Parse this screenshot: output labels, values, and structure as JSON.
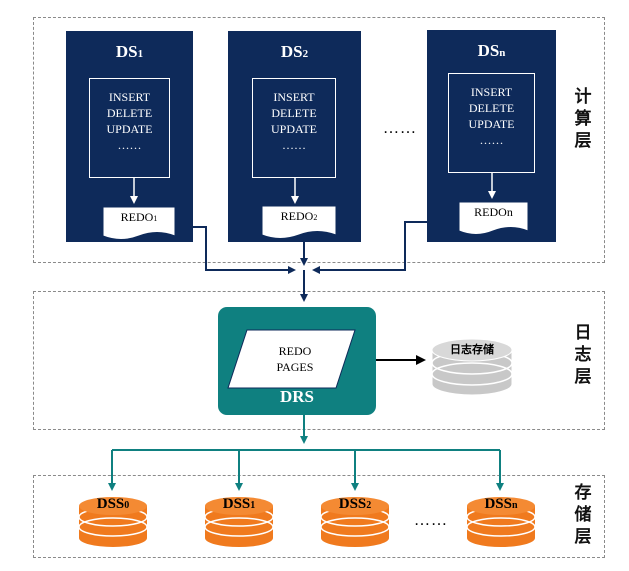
{
  "layers": {
    "compute": "计算层",
    "log": "日志层",
    "storage": "存储层"
  },
  "ds_nodes": [
    {
      "name": "DS",
      "sub": "1",
      "ops": [
        "INSERT",
        "DELETE",
        "UPDATE",
        "……"
      ],
      "redo": "REDO",
      "redo_sub": "1"
    },
    {
      "name": "DS",
      "sub": "2",
      "ops": [
        "INSERT",
        "DELETE",
        "UPDATE",
        "……"
      ],
      "redo": "REDO",
      "redo_sub": "2"
    },
    {
      "name": "DS",
      "sub": "n",
      "ops": [
        "INSERT",
        "DELETE",
        "UPDATE",
        "……"
      ],
      "redo": "REDO",
      "redo_sub": "n"
    }
  ],
  "ellipsis": "……",
  "drs": {
    "title": "DRS",
    "pages_line1": "REDO",
    "pages_line2": "PAGES"
  },
  "log_store": "日志存储",
  "dss_nodes": [
    {
      "name": "DSS",
      "sub": "0"
    },
    {
      "name": "DSS",
      "sub": "1"
    },
    {
      "name": "DSS",
      "sub": "2"
    },
    {
      "name": "DSS",
      "sub": "n"
    }
  ],
  "colors": {
    "ds_fill": "#0e2a5a",
    "drs_fill": "#0f8080",
    "dss_fill": "#f07a1e",
    "log_disk_fill": "#c8c8c8",
    "arrow_blue": "#0e2a5a",
    "arrow_teal": "#0f8080"
  }
}
